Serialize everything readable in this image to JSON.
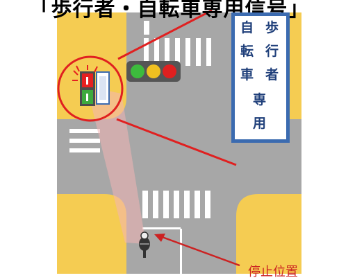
{
  "title": "「歩行者・自転車専用信号」",
  "sign": {
    "col_right": [
      "歩",
      "行",
      "者"
    ],
    "col_left": [
      "自",
      "転",
      "車"
    ],
    "bottom": [
      "専",
      "用"
    ]
  },
  "stop_label": "停止位置",
  "signal_lights": [
    "green",
    "yellow",
    "red"
  ],
  "colors": {
    "sidewalk": "#f5cc52",
    "road": "#a7a7a7",
    "accent_red": "#e02020",
    "sign_blue": "#3b6bb0"
  }
}
